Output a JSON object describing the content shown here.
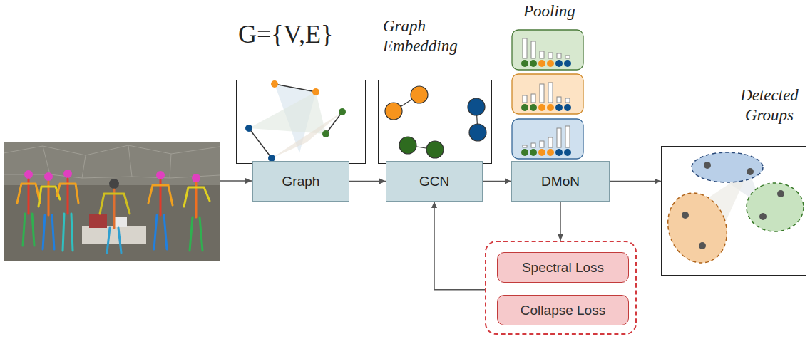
{
  "diagram": {
    "nodes": [
      {
        "text": [
          "G={V,E}"
        ]
      },
      {
        "text": [
          "Graph Embedding"
        ]
      },
      {
        "text": [
          "Pooling"
        ]
      },
      {
        "text": [
          "Detected Groups"
        ]
      },
      {
        "text": [
          "Graph"
        ]
      },
      {
        "text": [
          "GCN"
        ]
      },
      {
        "text": [
          "DMoN"
        ]
      },
      {
        "text": []
      },
      {
        "text": [
          "Spectral Loss"
        ],
        "in": 7
      },
      {
        "text": [
          "Collapse Loss"
        ],
        "in": 7
      }
    ],
    "edges": [
      {
        "from": 4,
        "to": 5,
        "arrow": "to"
      },
      {
        "from": 5,
        "to": 6,
        "arrow": "to"
      },
      {
        "from": 6,
        "to": 3,
        "arrow": "to"
      },
      {
        "from": 6,
        "to": 7,
        "arrow": "to"
      },
      {
        "from": 7,
        "to": 5,
        "arrow": "to"
      }
    ]
  }
}
